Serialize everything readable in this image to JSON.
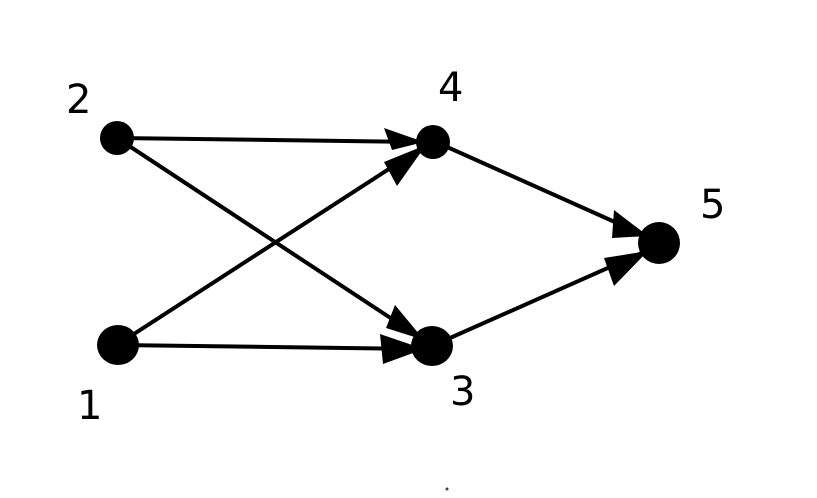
{
  "diagram": {
    "type": "directed-graph",
    "colors": {
      "ink": "#000000",
      "background": "#ffffff"
    },
    "nodes": [
      {
        "id": "1",
        "label": "1"
      },
      {
        "id": "2",
        "label": "2"
      },
      {
        "id": "3",
        "label": "3"
      },
      {
        "id": "4",
        "label": "4"
      },
      {
        "id": "5",
        "label": "5"
      }
    ],
    "edges": [
      {
        "from": "2",
        "to": "4"
      },
      {
        "from": "2",
        "to": "3"
      },
      {
        "from": "1",
        "to": "4"
      },
      {
        "from": "1",
        "to": "3"
      },
      {
        "from": "4",
        "to": "5"
      },
      {
        "from": "3",
        "to": "5"
      }
    ]
  }
}
